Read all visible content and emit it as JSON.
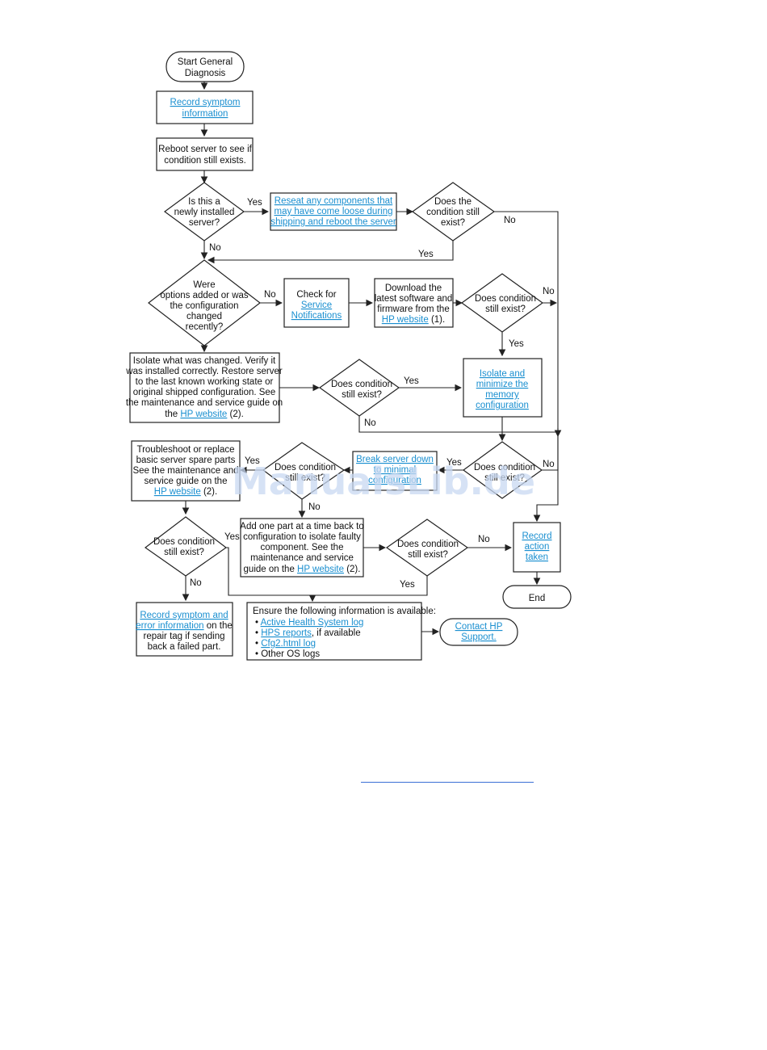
{
  "nodes": {
    "start": [
      "Start General",
      "Diagnosis"
    ],
    "record_symptom": [
      "Record symptom",
      "information"
    ],
    "reboot": [
      "Reboot server to see if",
      "condition still exists."
    ],
    "newly_installed": [
      "Is this a",
      "newly installed",
      "server?"
    ],
    "reseat": [
      "Reseat any components that",
      "may have come loose during",
      "shipping and reboot the server"
    ],
    "cond_still_exist_1": [
      "Does the",
      "condition still",
      "exist?"
    ],
    "options_added": [
      "Were",
      "options added or was",
      "the configuration",
      "changed",
      "recently?"
    ],
    "check_service": [
      "Check for",
      "Service",
      "Notifications"
    ],
    "download": {
      "lines": [
        "Download the",
        "latest software and",
        "firmware from the"
      ],
      "link": "HP website",
      "suffix": " (1)."
    },
    "cond_exist_2": [
      "Does condition",
      "still exist?"
    ],
    "isolate_changed": {
      "lines": [
        "Isolate what was changed.  Verify it",
        "was installed correctly.  Restore server",
        "to the last known working state or",
        "original shipped configuration.  See",
        "the maintenance and service guide on"
      ],
      "prefix": "the ",
      "link": "HP website",
      "suffix": " (2)."
    },
    "cond_exist_3": [
      "Does condition",
      "still exist?"
    ],
    "isolate_memory": [
      "Isolate and",
      "minimize the",
      "memory",
      "configuration"
    ],
    "troubleshoot": {
      "lines": [
        "Troubleshoot or replace",
        "basic server spare parts",
        "See the maintenance and",
        "service guide on the"
      ],
      "link": "HP website",
      "suffix": " (2)."
    },
    "cond_exist_4": [
      "Does condition",
      "still exist?"
    ],
    "break_down": [
      "Break server down",
      "to minimal",
      "configuration"
    ],
    "cond_exist_5": [
      "Does condition",
      "still exist?"
    ],
    "cond_exist_6": [
      "Does condition",
      "still exist?"
    ],
    "add_one_part": {
      "lines": [
        "Add one part at a time back to",
        "configuration to isolate faulty",
        "component.  See the",
        "maintenance and service"
      ],
      "prefix": "guide on the ",
      "link": "HP website",
      "suffix": " (2)."
    },
    "cond_exist_7": [
      "Does condition",
      "still exist?"
    ],
    "record_action": [
      "Record",
      "action",
      "taken"
    ],
    "end": "End",
    "record_error": {
      "links": [
        "Record symptom and",
        "error information"
      ],
      "suffix": " on the",
      "lines": [
        "repair tag if sending",
        "back a failed part."
      ]
    },
    "ensure_info": {
      "heading": "Ensure the following information is available:",
      "items": [
        "Active Health System log",
        "HPS reports",
        "Cfg2.html log",
        "Other OS logs"
      ],
      "item2_suffix": ", if available"
    },
    "contact_hp": [
      "Contact HP",
      "Support."
    ]
  },
  "labels": {
    "yes": "Yes",
    "no": "No"
  },
  "watermark": "ManualsLib.de",
  "colors": {
    "link": "#1a8fd0",
    "watermark": "#c9d9f2"
  }
}
